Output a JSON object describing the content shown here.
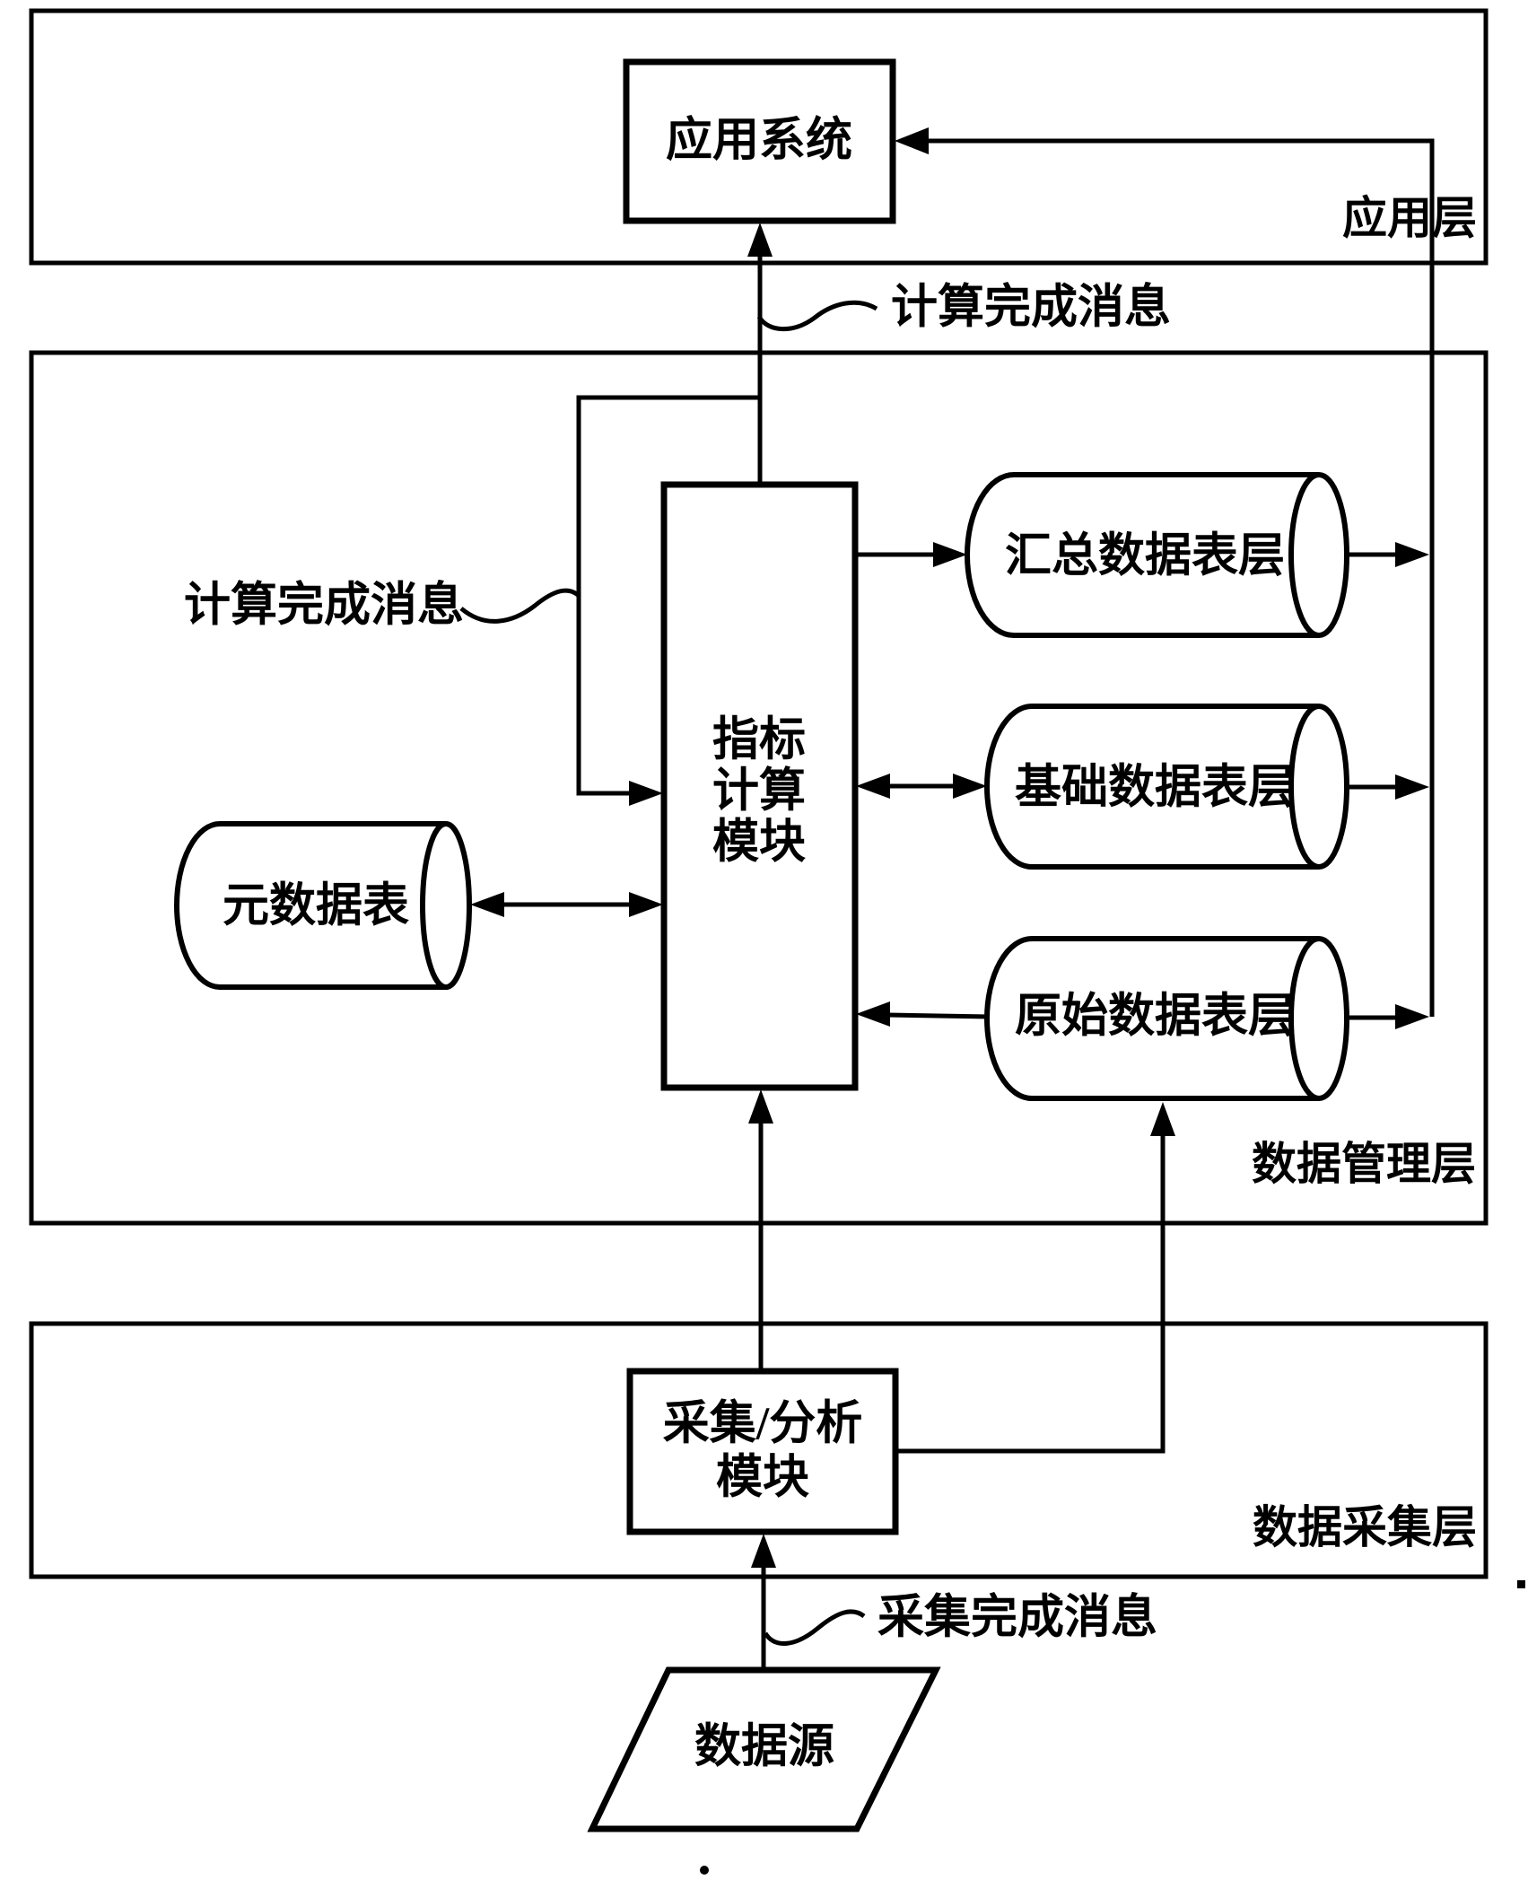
{
  "layers": {
    "application": {
      "label": "应用层"
    },
    "data_management": {
      "label": "数据管理层"
    },
    "data_collection": {
      "label": "数据采集层"
    }
  },
  "nodes": {
    "application_system": {
      "label": "应用系统"
    },
    "indicator_calc_module": {
      "lines": [
        "指标",
        "计算",
        "模块"
      ]
    },
    "metadata_table": {
      "label": "元数据表"
    },
    "summary_table_layer": {
      "label": "汇总数据表层"
    },
    "basic_table_layer": {
      "label": "基础数据表层"
    },
    "raw_table_layer": {
      "label": "原始数据表层"
    },
    "collection_analysis_module": {
      "lines": [
        "采集/分析",
        "模块"
      ]
    },
    "data_source": {
      "label": "数据源"
    }
  },
  "annotations": {
    "calc_done_top": {
      "label": "计算完成消息"
    },
    "calc_done_left": {
      "label": "计算完成消息"
    },
    "collect_done": {
      "label": "采集完成消息"
    }
  },
  "colors": {
    "ink": "#000000",
    "background": "#ffffff"
  }
}
